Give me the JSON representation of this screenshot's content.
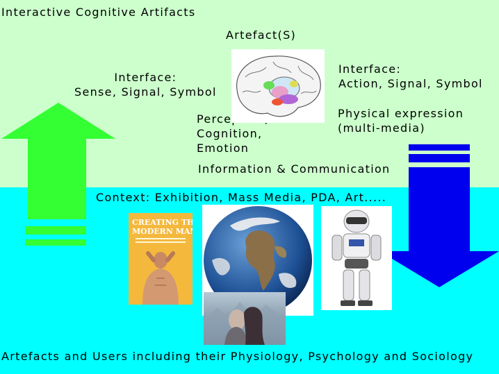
{
  "title": "Interactive Cognitive Artifacts",
  "artefact_label": "Artefact(S)",
  "interface_left": "Interface:\nSense, Signal, Symbol",
  "interface_right": "Interface:\nAction, Signal, Symbol",
  "perception": "Perception,\nCognition,\nEmotion",
  "physical": "Physical expression\n(multi-media)",
  "info_comm": "Information & Communication",
  "context": "Context: Exhibition, Mass Media, PDA, Art.....",
  "bottom_text": "Artefacts and Users including their Physiology, Psychology and Sociology",
  "book_title_line1": "Creating the",
  "book_title_line2": "Modern Man",
  "colors": {
    "top_bg": "#ccffcc",
    "bottom_bg": "#00ffff",
    "up_arrow": "#33ff33",
    "down_arrow": "#0000ee"
  },
  "icons": [
    "brain-image",
    "book-cover-image",
    "earth-image",
    "robot-image",
    "couple-image"
  ]
}
